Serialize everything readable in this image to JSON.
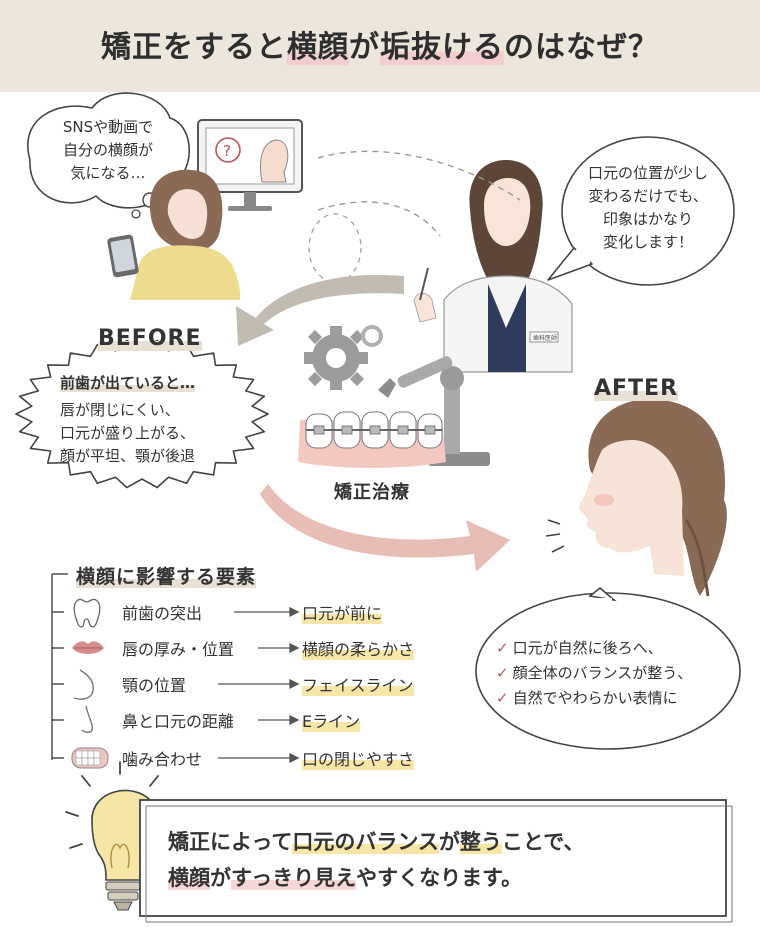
{
  "title": {
    "part1": "矯正をすると",
    "part2": "横顔",
    "part3": "が",
    "part4": "垢抜ける",
    "part5": "のはなぜ？"
  },
  "thought_bubble": [
    "SNSや動画で",
    "自分の横顔が",
    "気になる…"
  ],
  "doctor_bubble": [
    "口元の位置が少し",
    "変わるだけでも、",
    "印象はかなり",
    "変化します！"
  ],
  "doctor_badge": "歯科医師",
  "before": {
    "label": "BEFORE",
    "heading": "前歯が出ていると…",
    "lines": [
      "唇が閉じにくい、",
      "口元が盛り上がる、",
      "顔が平坦、顎が後退"
    ]
  },
  "treatment_label": "矯正治療",
  "after": {
    "label": "AFTER",
    "checks": [
      "口元が自然に後ろへ、",
      "顔全体のバランスが整う、",
      "自然でやわらかい表情に"
    ]
  },
  "factors": {
    "heading": "横顔に影響する要素",
    "rows": [
      {
        "icon": "tooth-icon",
        "left": "前歯の突出",
        "right": "口元が前に"
      },
      {
        "icon": "lips-icon",
        "left": "唇の厚み・位置",
        "right": "横顔の柔らかさ"
      },
      {
        "icon": "chin-icon",
        "left": "顎の位置",
        "right": "フェイスライン"
      },
      {
        "icon": "nose-icon",
        "left": "鼻と口元の距離",
        "right": "Eライン"
      },
      {
        "icon": "teeth-bite-icon",
        "left": "噛み合わせ",
        "right": "口の閉じやすさ"
      }
    ]
  },
  "conclusion": {
    "line1a": "矯正によって",
    "line1b": "口元のバランス",
    "line1c": "が",
    "line1d": "整う",
    "line1e": "ことで、",
    "line2a": "横顔",
    "line2b": "が",
    "line2c": "すっきり見え",
    "line2d": "やすくなります。"
  },
  "colors": {
    "header_bg": "#ece6dd",
    "accent_pink": "#f3cdd0",
    "accent_yellow": "#f7e6a6",
    "arrow_gray": "#b9b1a6",
    "arrow_pink": "#e6b7b0"
  }
}
